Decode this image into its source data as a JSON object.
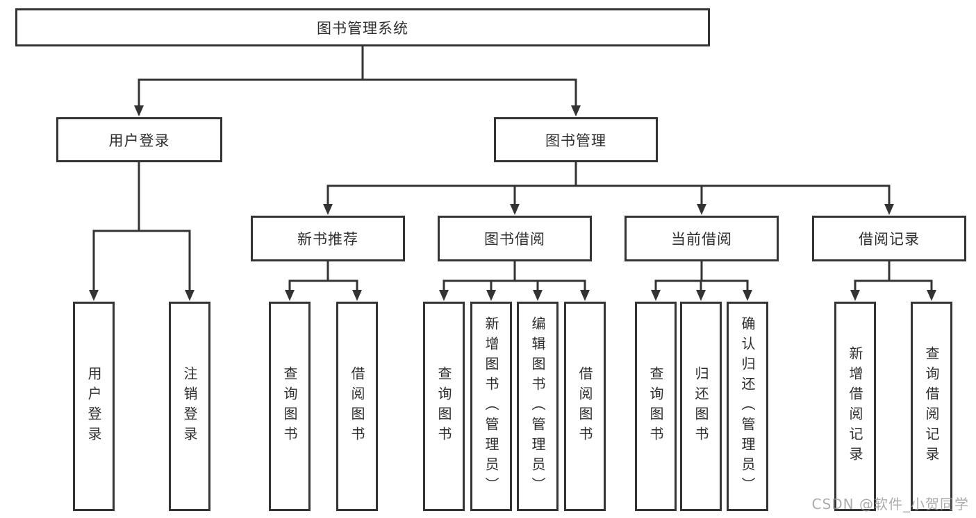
{
  "colors": {
    "line": "#333333",
    "box_border": "#333333",
    "box_background": "#ffffff",
    "text": "#2e2e2e",
    "page_background": "#ffffff",
    "watermark": "#989898"
  },
  "watermark": {
    "text": "CSDN @软件_小贺同学"
  },
  "nodes": {
    "root": {
      "label": "图书管理系统"
    },
    "level2": [
      {
        "id": "user-login",
        "label": "用户登录"
      },
      {
        "id": "book-management",
        "label": "图书管理"
      }
    ],
    "level3": [
      {
        "id": "new-book-recommend",
        "label": "新书推荐",
        "parent": "图书管理"
      },
      {
        "id": "book-borrow",
        "label": "图书借阅",
        "parent": "图书管理"
      },
      {
        "id": "current-borrow",
        "label": "当前借阅",
        "parent": "图书管理"
      },
      {
        "id": "borrow-records",
        "label": "借阅记录",
        "parent": "图书管理"
      }
    ],
    "leaves": [
      {
        "label": "用户登录",
        "parent": "用户登录"
      },
      {
        "label": "注销登录",
        "parent": "用户登录"
      },
      {
        "label": "查询图书",
        "parent": "新书推荐"
      },
      {
        "label": "借阅图书",
        "parent": "新书推荐"
      },
      {
        "label": "查询图书",
        "parent": "图书借阅"
      },
      {
        "label": "新增图书（管理员）",
        "parent": "图书借阅"
      },
      {
        "label": "编辑图书（管理员）",
        "parent": "图书借阅"
      },
      {
        "label": "借阅图书",
        "parent": "图书借阅"
      },
      {
        "label": "查询图书",
        "parent": "当前借阅"
      },
      {
        "label": "归还图书",
        "parent": "当前借阅"
      },
      {
        "label": "确认归还（管理员）",
        "parent": "当前借阅"
      },
      {
        "label": "新增借阅记录",
        "parent": "借阅记录"
      },
      {
        "label": "查询借阅记录",
        "parent": "借阅记录"
      }
    ]
  }
}
